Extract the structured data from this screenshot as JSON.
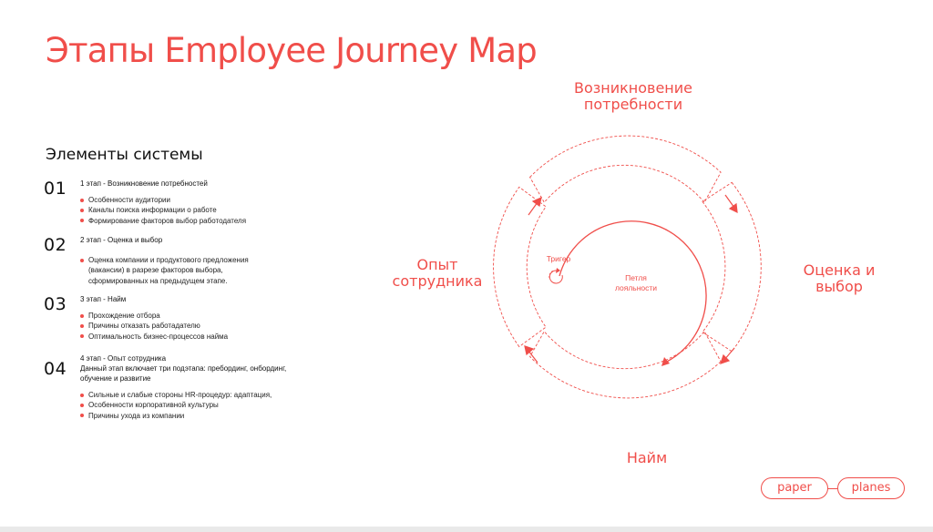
{
  "title": "Этапы Employee Journey Map",
  "system": {
    "heading": "Элементы системы",
    "stages": [
      {
        "num": "01",
        "head": "1 этап - Возникновение потребностей",
        "desc": "",
        "items": [
          "Особенности аудитории",
          "Каналы поиска информации о работе",
          "Формирование факторов выбор работодателя"
        ]
      },
      {
        "num": "02",
        "head": "2 этап - Оценка и выбор",
        "desc": "",
        "items": [
          "Оценка компании и продуктового предложения (вакансии) в разрезе факторов выбора, сформированных на предыдущем этапе."
        ]
      },
      {
        "num": "03",
        "head": "3 этап - Найм",
        "desc": "",
        "items": [
          "Прохождение отбора",
          "Причины отказать работадателю",
          "Оптимальность бизнес-процессов найма"
        ]
      },
      {
        "num": "04",
        "head": "4 этап - Опыт сотрудника",
        "desc": "Данный этап включает три подэтапа: пребординг, онбординг, обучение и развитие",
        "items": [
          "Сильные и слабые стороны HR-процедур: адаптация,",
          "Особенности корпоративной культуры",
          "Причины ухода из компании"
        ]
      }
    ]
  },
  "cycle": {
    "top": "Возникновение потребности",
    "right": "Оценка и выбор",
    "bottom": "Найм",
    "left": "Опыт сотрудника",
    "trigger": "Тригер",
    "loop": "Петля лояльности"
  },
  "logo": {
    "left": "paper",
    "right": "planes"
  },
  "colors": {
    "accent": "#f04e4a"
  }
}
